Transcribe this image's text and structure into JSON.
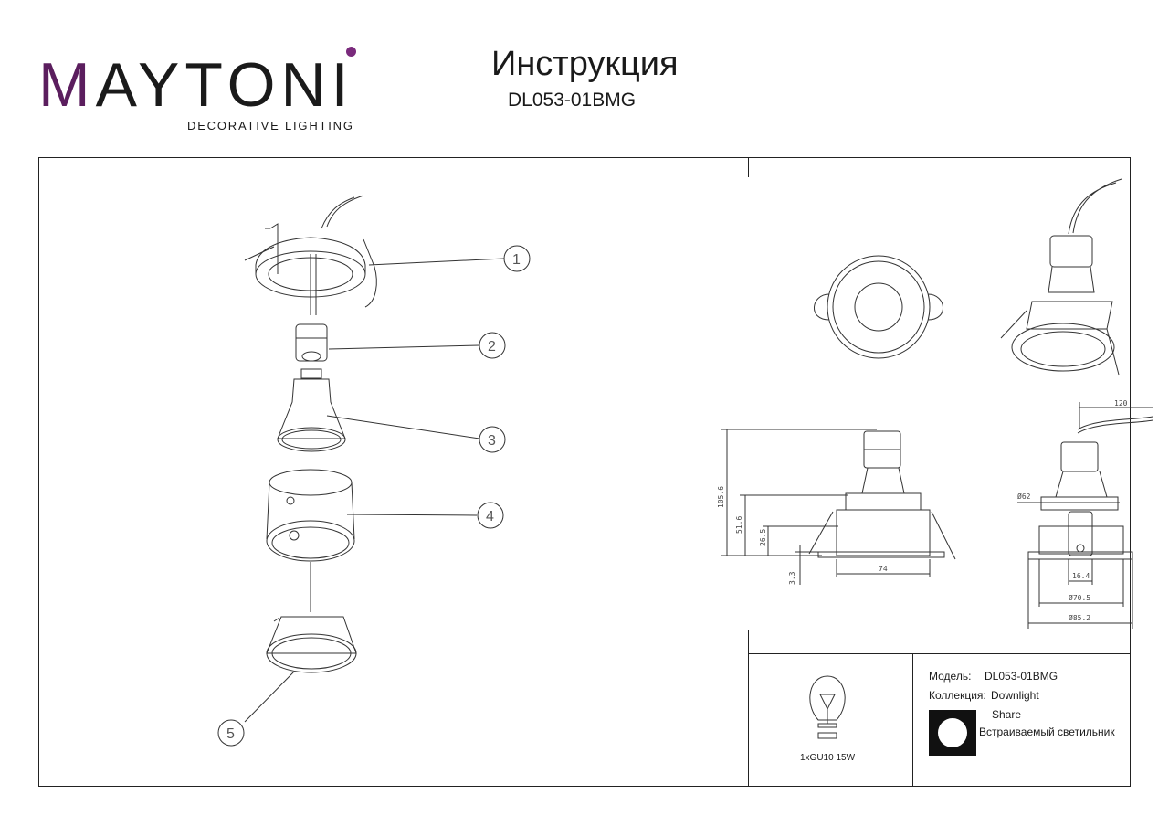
{
  "brand": {
    "name_m": "M",
    "name_rest": "AYTONI",
    "tagline": "DECORATIVE LIGHTING",
    "accent": "#5b1e5e"
  },
  "header": {
    "title": "Инструкция",
    "model": "DL053-01BMG"
  },
  "callouts": [
    "1",
    "2",
    "3",
    "4",
    "5"
  ],
  "dimensions": {
    "height_total": "105.6",
    "height_mid": "51.6",
    "height_low": "26.5",
    "height_rim": "3.3",
    "width_body": "74",
    "wire_length": "120",
    "diam_top": "Ø62",
    "clip_width": "16.4",
    "diam_cutout": "Ø70.5",
    "diam_outer": "Ø85.2"
  },
  "info": {
    "model_label": "Модель:",
    "model_value": "DL053-01BMG",
    "collection_label": "Коллекция:",
    "collection_value": "Downlight",
    "share": "Share",
    "type": "Встраиваемый светильник",
    "lamp_spec": "1xGU10 15W"
  }
}
